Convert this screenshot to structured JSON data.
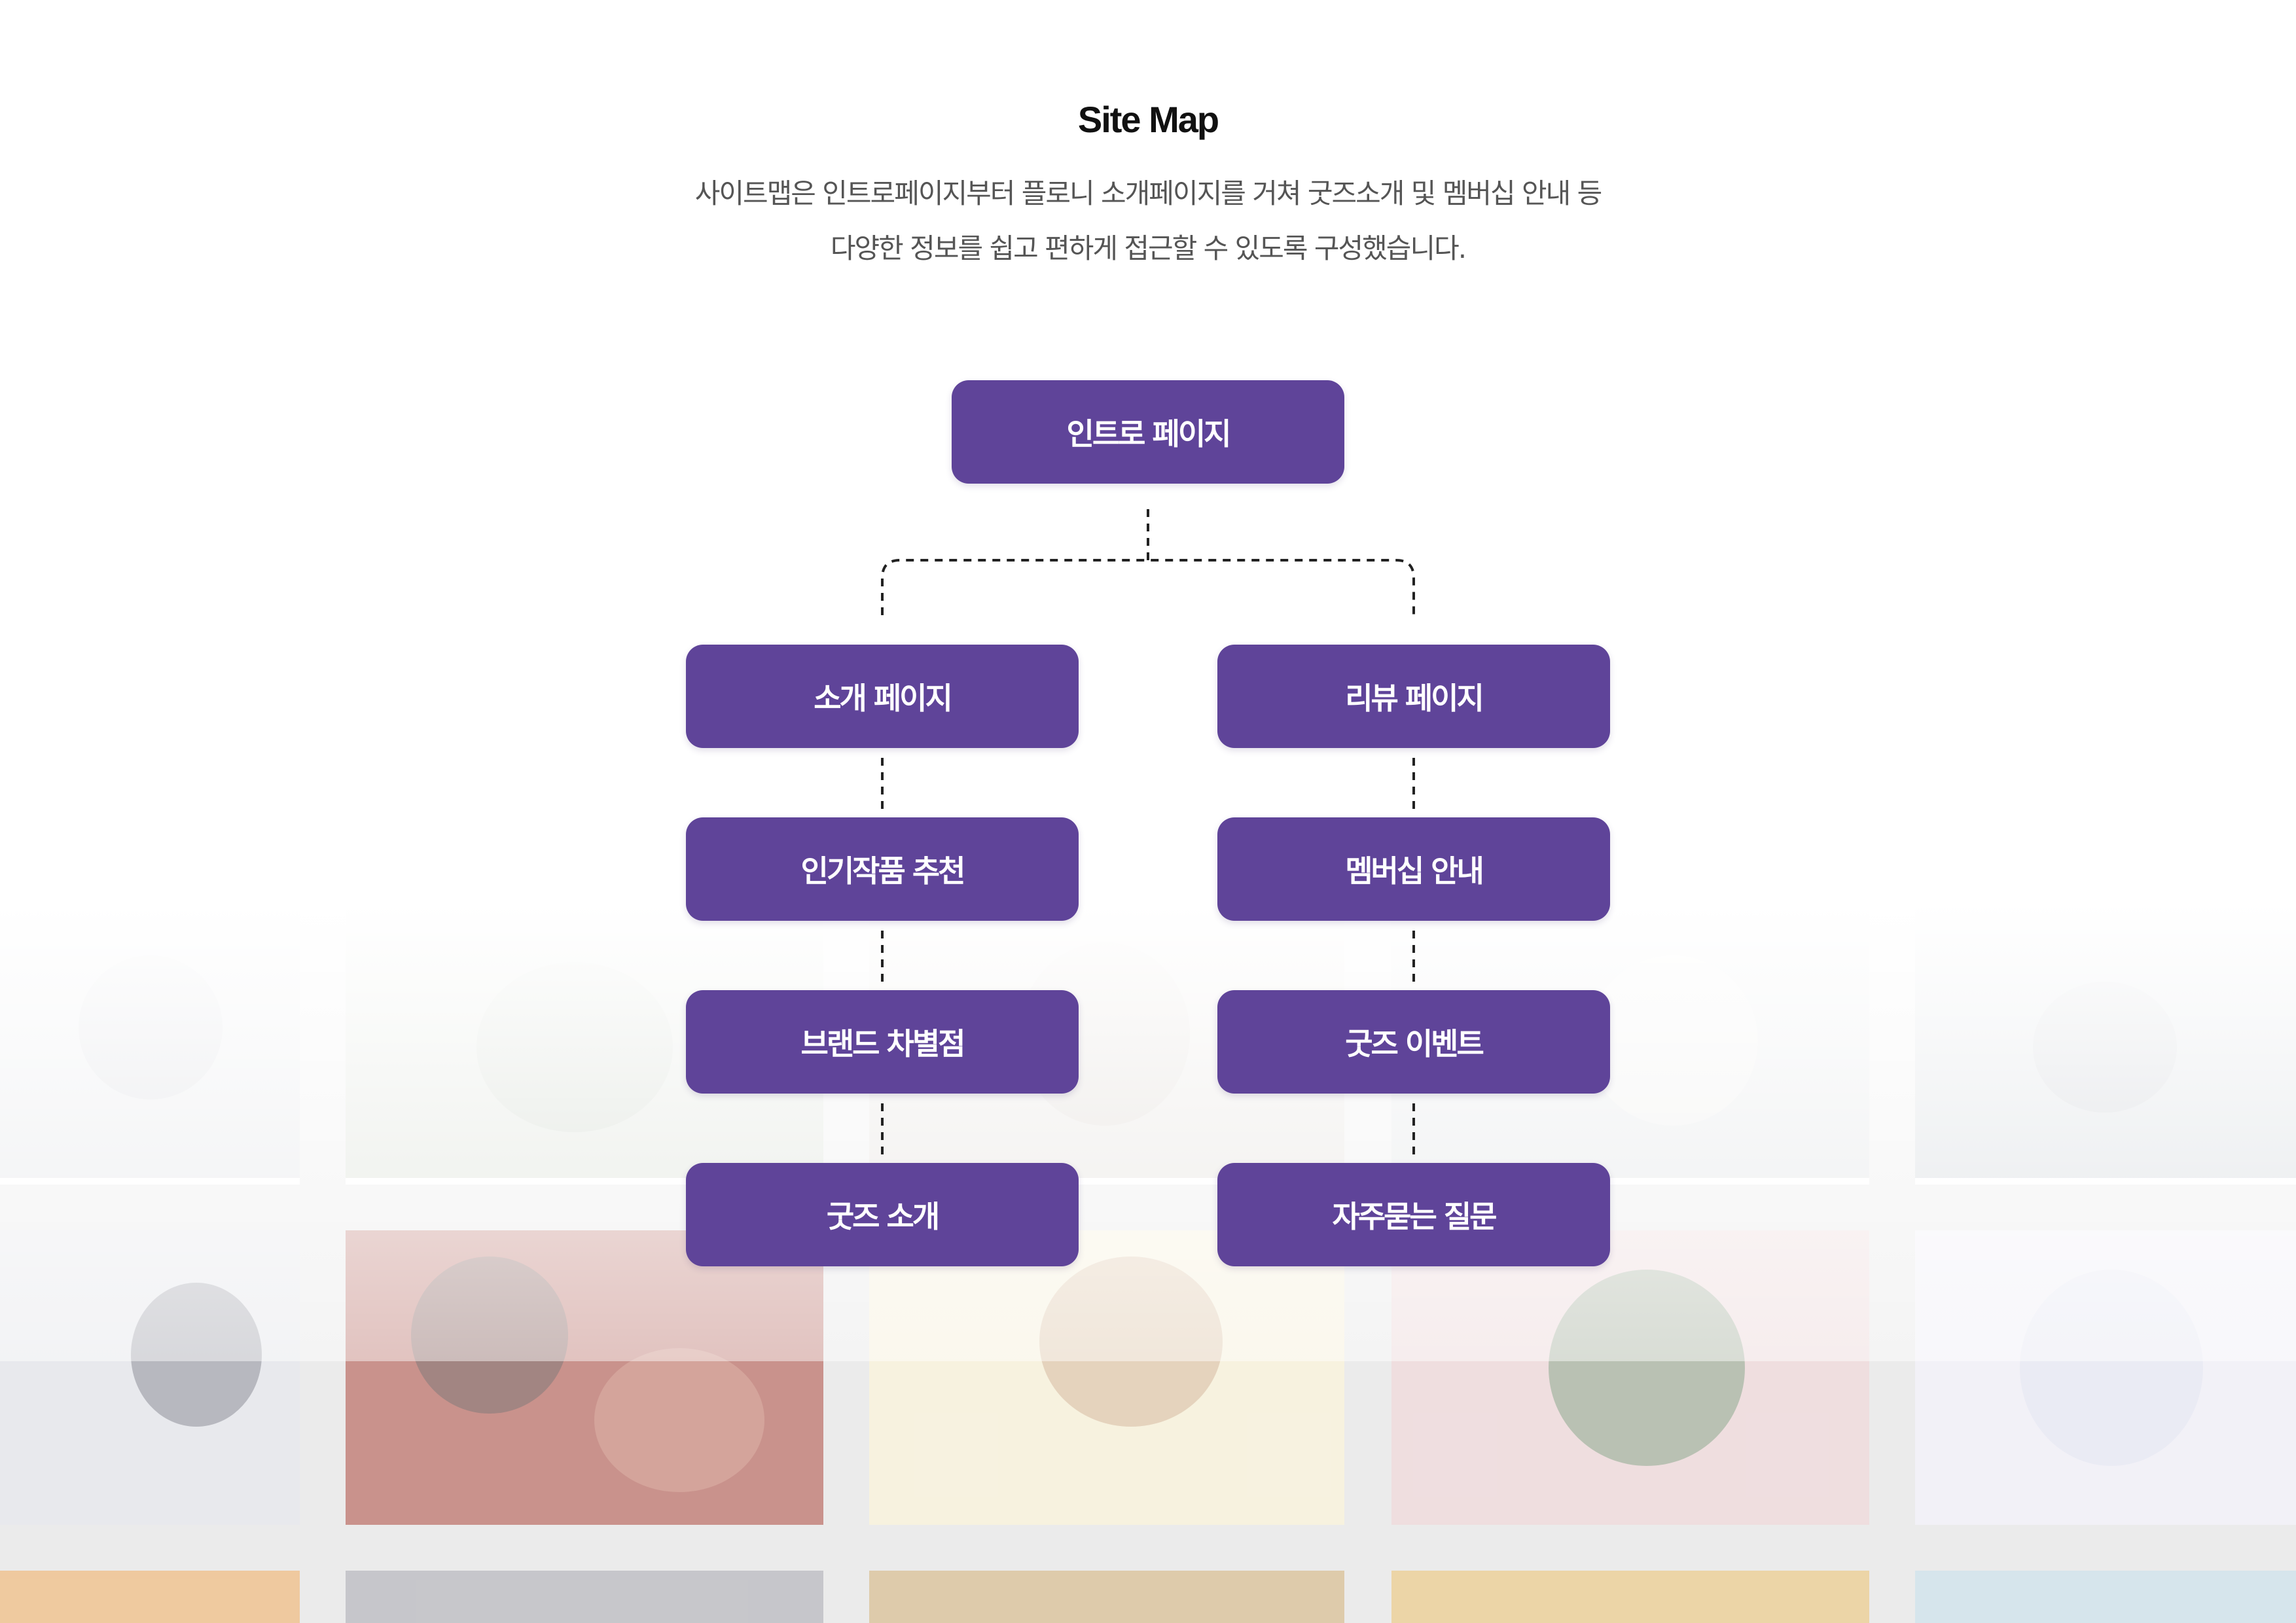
{
  "header": {
    "title": "Site Map",
    "description_line1": "사이트맵은 인트로페이지부터 플로니 소개페이지를 거쳐 굿즈소개 및 멤버십 안내 등",
    "description_line2": "다양한 정보를  쉽고 편하게 접근할 수 있도록 구성했습니다."
  },
  "colors": {
    "node_fill": "#5f4499",
    "node_text": "#ffffff",
    "connector": "#222222"
  },
  "sitemap": {
    "root": "인트로 페이지",
    "left_branch": [
      "소개 페이지",
      "인기작품 추천",
      "브랜드 차별점",
      "굿즈 소개"
    ],
    "right_branch": [
      "리뷰 페이지",
      "멤버십 안내",
      "굿즈 이벤트",
      "자주묻는 질문"
    ]
  }
}
